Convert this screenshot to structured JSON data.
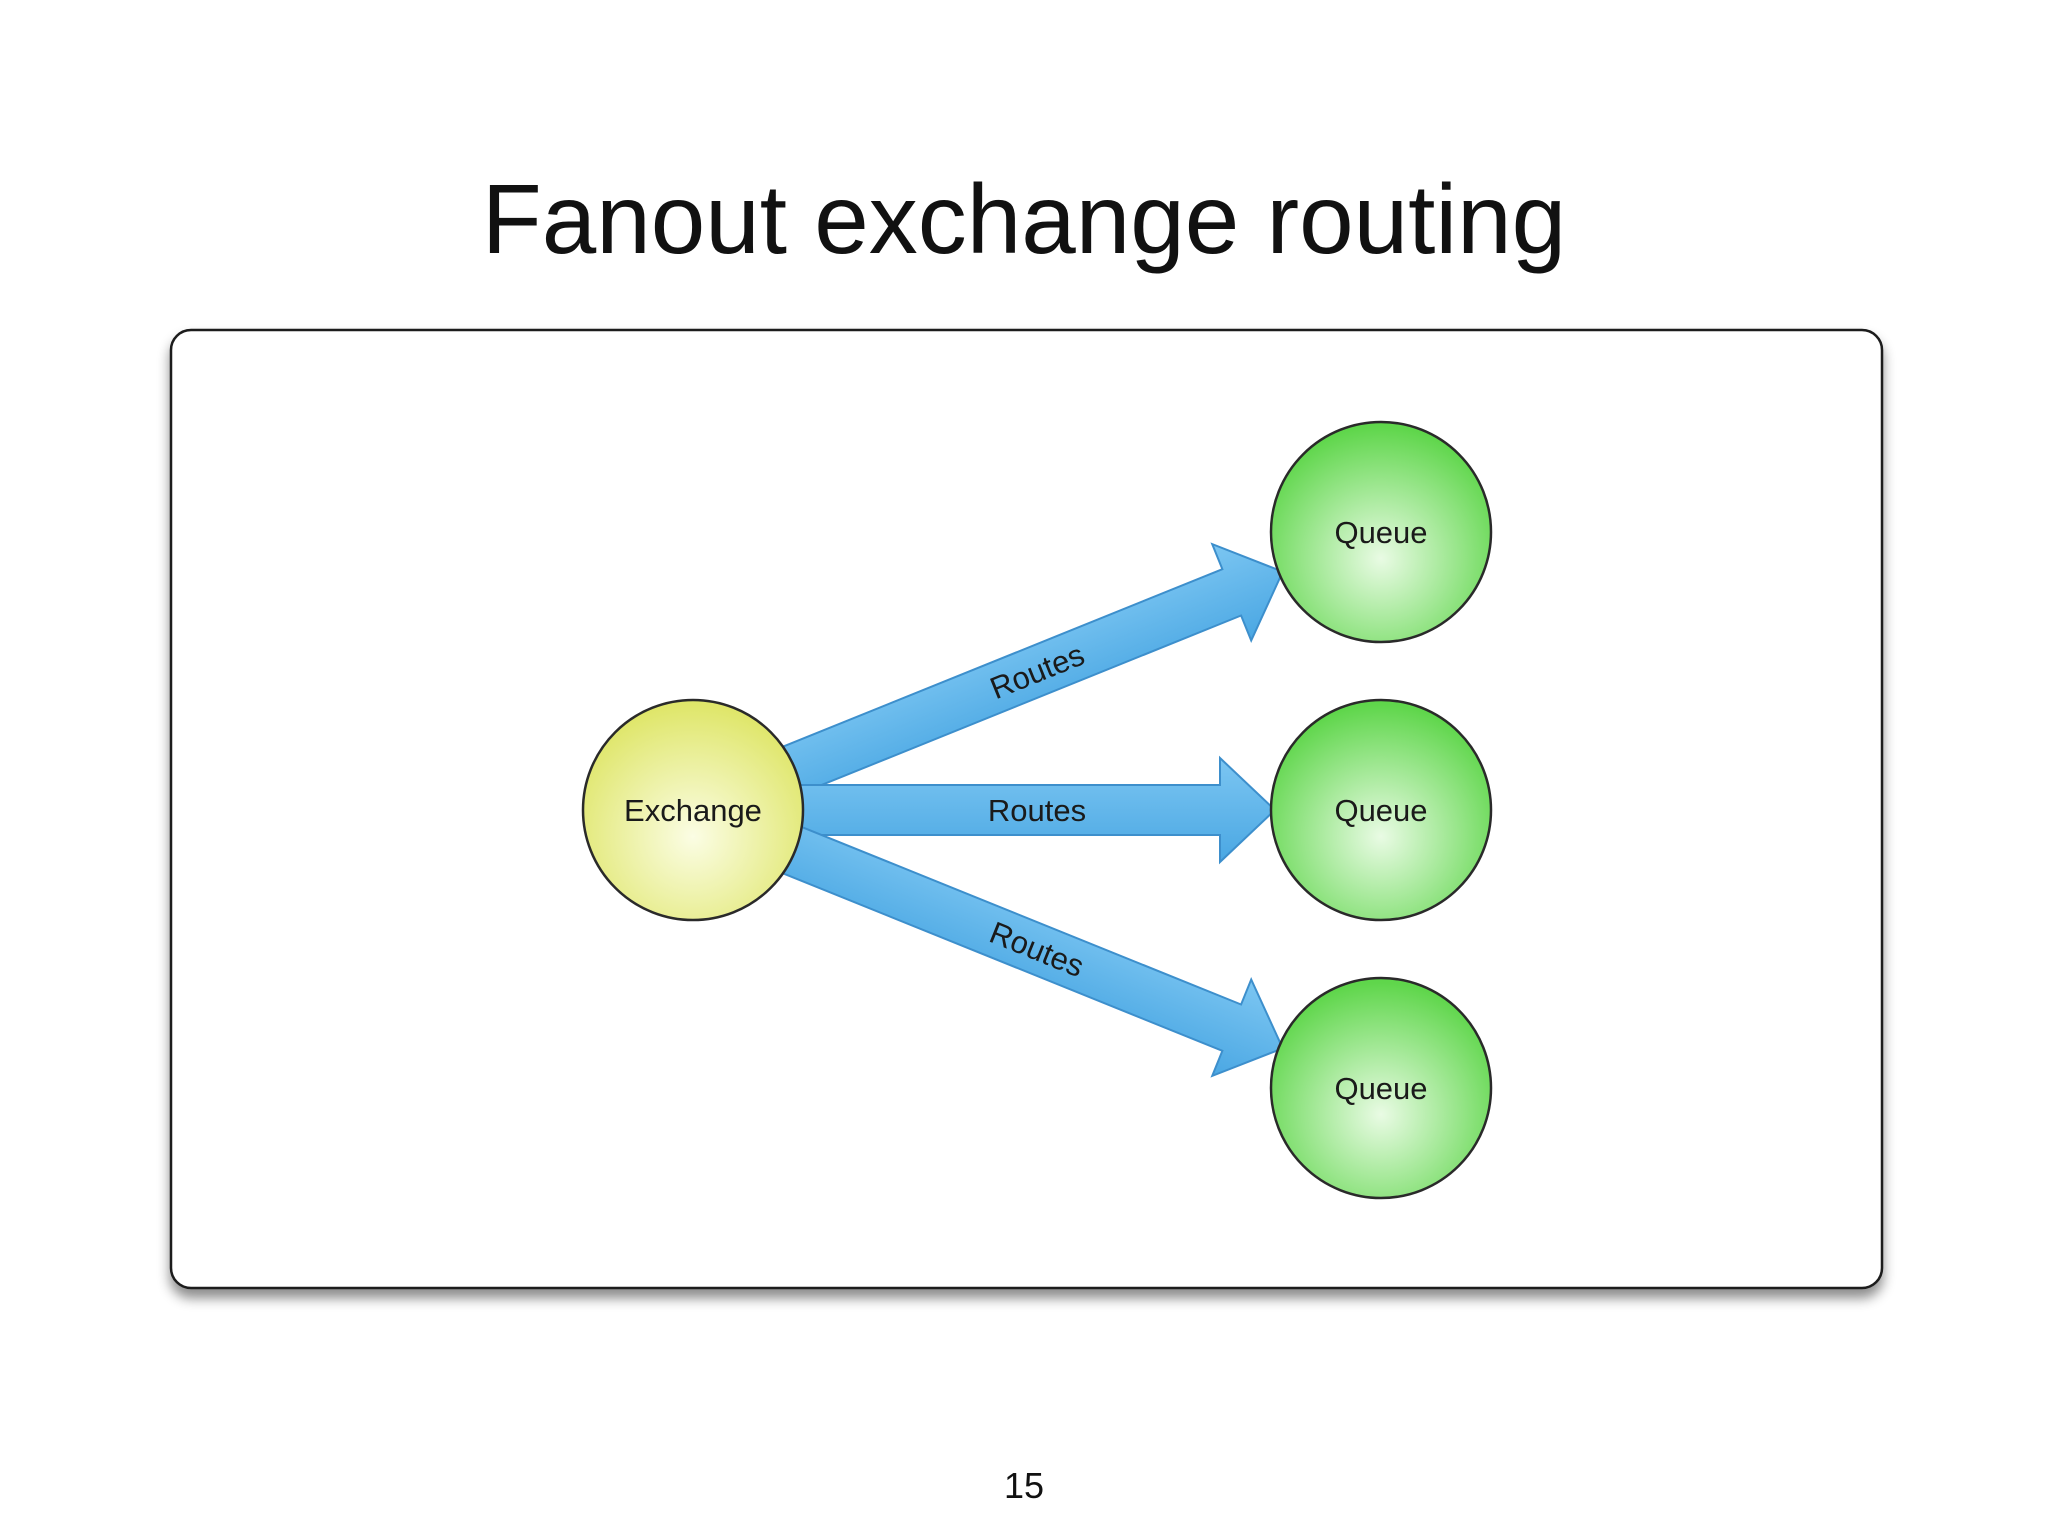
{
  "slide": {
    "title": "Fanout exchange routing",
    "page_number": "15"
  },
  "diagram": {
    "nodes": [
      {
        "id": "exchange",
        "label": "Exchange",
        "kind": "exchange",
        "color": "#e5ec7e"
      },
      {
        "id": "queue-1",
        "label": "Queue",
        "kind": "queue",
        "color": "#6fdc5a"
      },
      {
        "id": "queue-2",
        "label": "Queue",
        "kind": "queue",
        "color": "#6fdc5a"
      },
      {
        "id": "queue-3",
        "label": "Queue",
        "kind": "queue",
        "color": "#6fdc5a"
      }
    ],
    "edges": [
      {
        "from": "exchange",
        "to": "queue-1",
        "label": "Routes"
      },
      {
        "from": "exchange",
        "to": "queue-2",
        "label": "Routes"
      },
      {
        "from": "exchange",
        "to": "queue-3",
        "label": "Routes"
      }
    ],
    "arrow_color": "#5cb3ea"
  }
}
